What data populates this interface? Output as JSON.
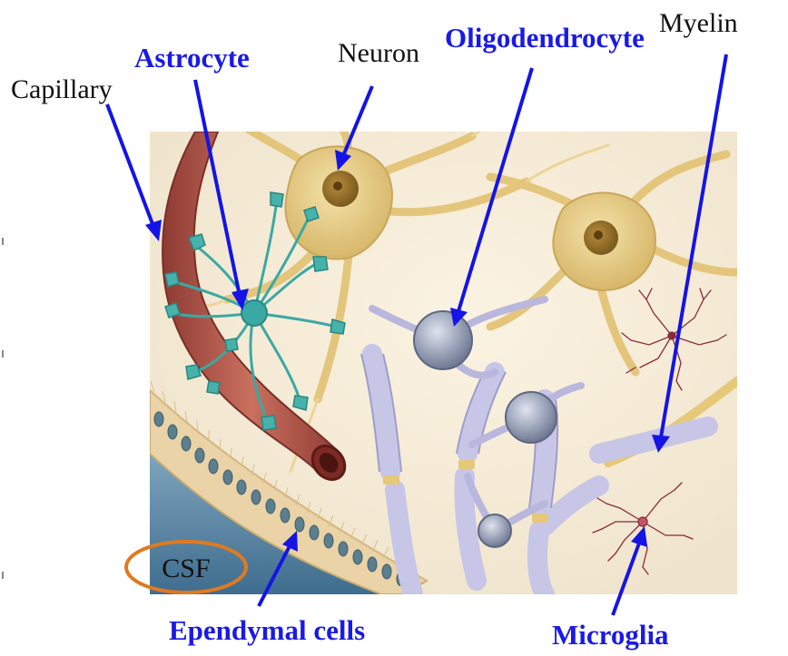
{
  "labels": {
    "capillary": "Capillary",
    "astrocyte": "Astrocyte",
    "neuron": "Neuron",
    "oligodendrocyte": "Oligodendrocyte",
    "myelin": "Myelin",
    "csf": "CSF",
    "ependymal": "Ependymal cells",
    "microglia": "Microglia"
  },
  "colors": {
    "blue_label": "#1a1ae6",
    "arrow": "#1414e6",
    "csf_ellipse": "#e07a1f",
    "neuron": "#e8cf88",
    "capillary": "#b85a4d",
    "astrocyte": "#3aa9a3",
    "oligodendrocyte": "#b9b7dd",
    "ependymal": "#e9d2a5",
    "csf_fluid": "#5f8aa8",
    "microglia": "#8a2a3a"
  }
}
